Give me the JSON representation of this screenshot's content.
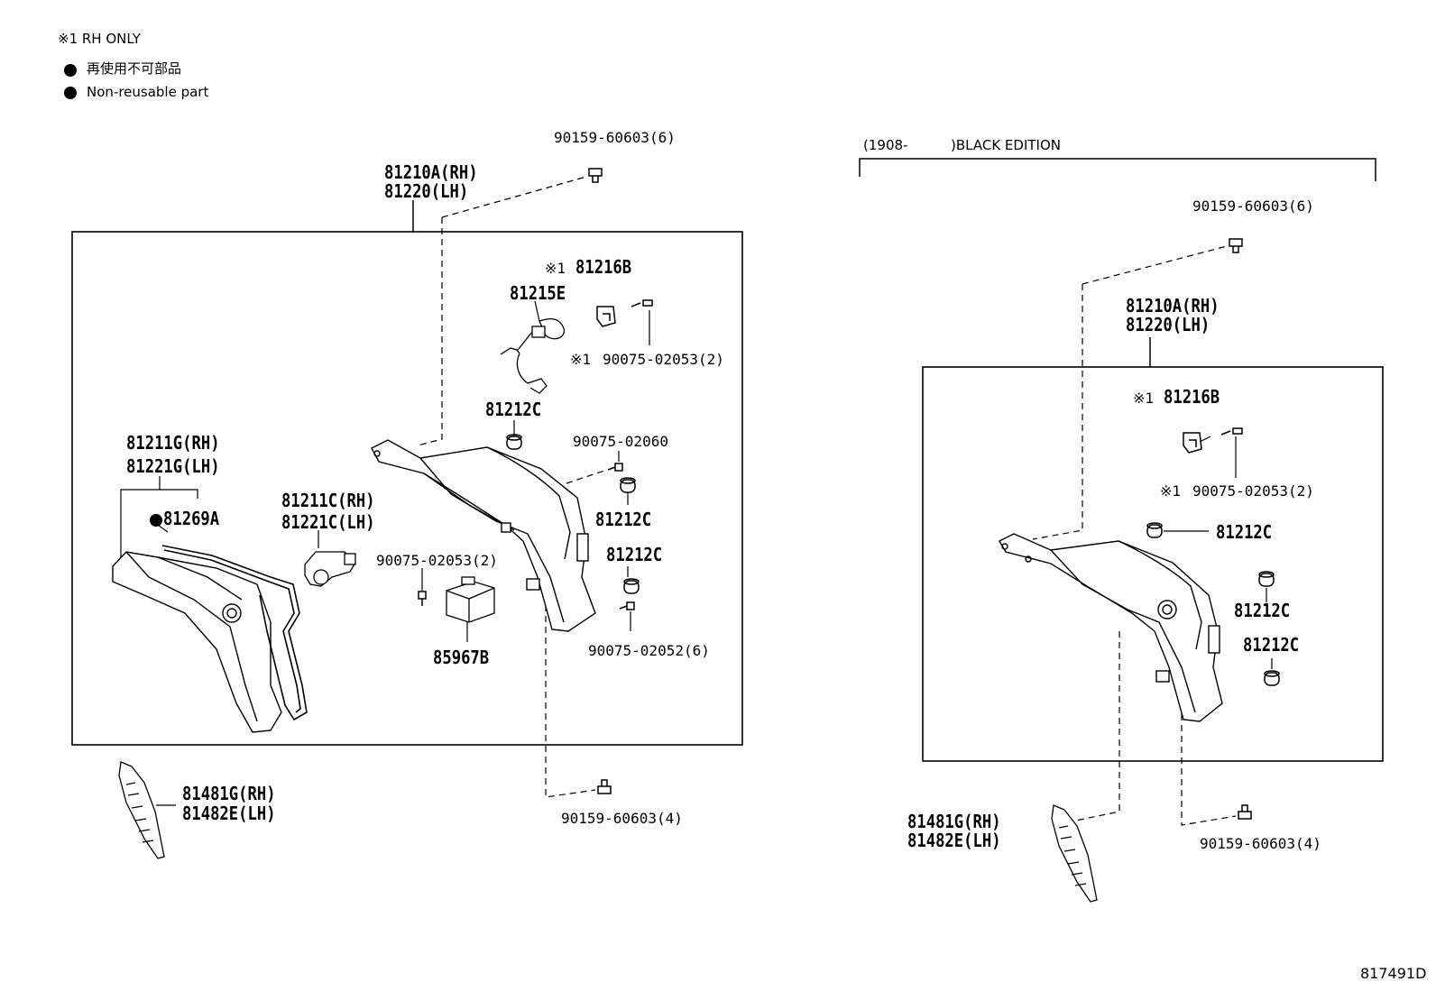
{
  "legend": {
    "rh_only": "※1 RH ONLY",
    "nonreusable_jp": "再使用不可部品",
    "nonreusable_en": "Non-reusable part"
  },
  "left_group": {
    "bolt_top": "90159-60603(6)",
    "lamp_assy_rh": "81210A(RH)",
    "lamp_assy_lh": "81220(LH)",
    "note_mark_a": "※1",
    "socket": "81216B",
    "wire": "81215E",
    "note_mark_b": "※1",
    "screw_2053": "90075-02053(2)",
    "cap_1": "81212C",
    "screw_2060": "90075-02060",
    "cap_2": "81212C",
    "cap_3": "81212C",
    "screw_2052": "90075-02052(6)",
    "lens_rh": "81211G(RH)",
    "lens_lh": "81221G(LH)",
    "gasket": "81269A",
    "unit_rh": "81211C(RH)",
    "unit_lh": "81221C(LH)",
    "screw_ecu": "90075-02053(2)",
    "ecu": "85967B",
    "bezel_rh": "81481G(RH)",
    "bezel_lh": "81482E(LH)",
    "bolt_bottom": "90159-60603(4)"
  },
  "right_group": {
    "edition_from": "(1908-",
    "edition_name": ")BLACK EDITION",
    "bolt_top": "90159-60603(6)",
    "lamp_assy_rh": "81210A(RH)",
    "lamp_assy_lh": "81220(LH)",
    "note_mark_a": "※1",
    "socket": "81216B",
    "note_mark_b": "※1",
    "screw_2053": "90075-02053(2)",
    "cap_1": "81212C",
    "cap_2": "81212C",
    "cap_3": "81212C",
    "bezel_rh": "81481G(RH)",
    "bezel_lh": "81482E(LH)",
    "bolt_bottom": "90159-60603(4)"
  },
  "figure_id": "817491D"
}
